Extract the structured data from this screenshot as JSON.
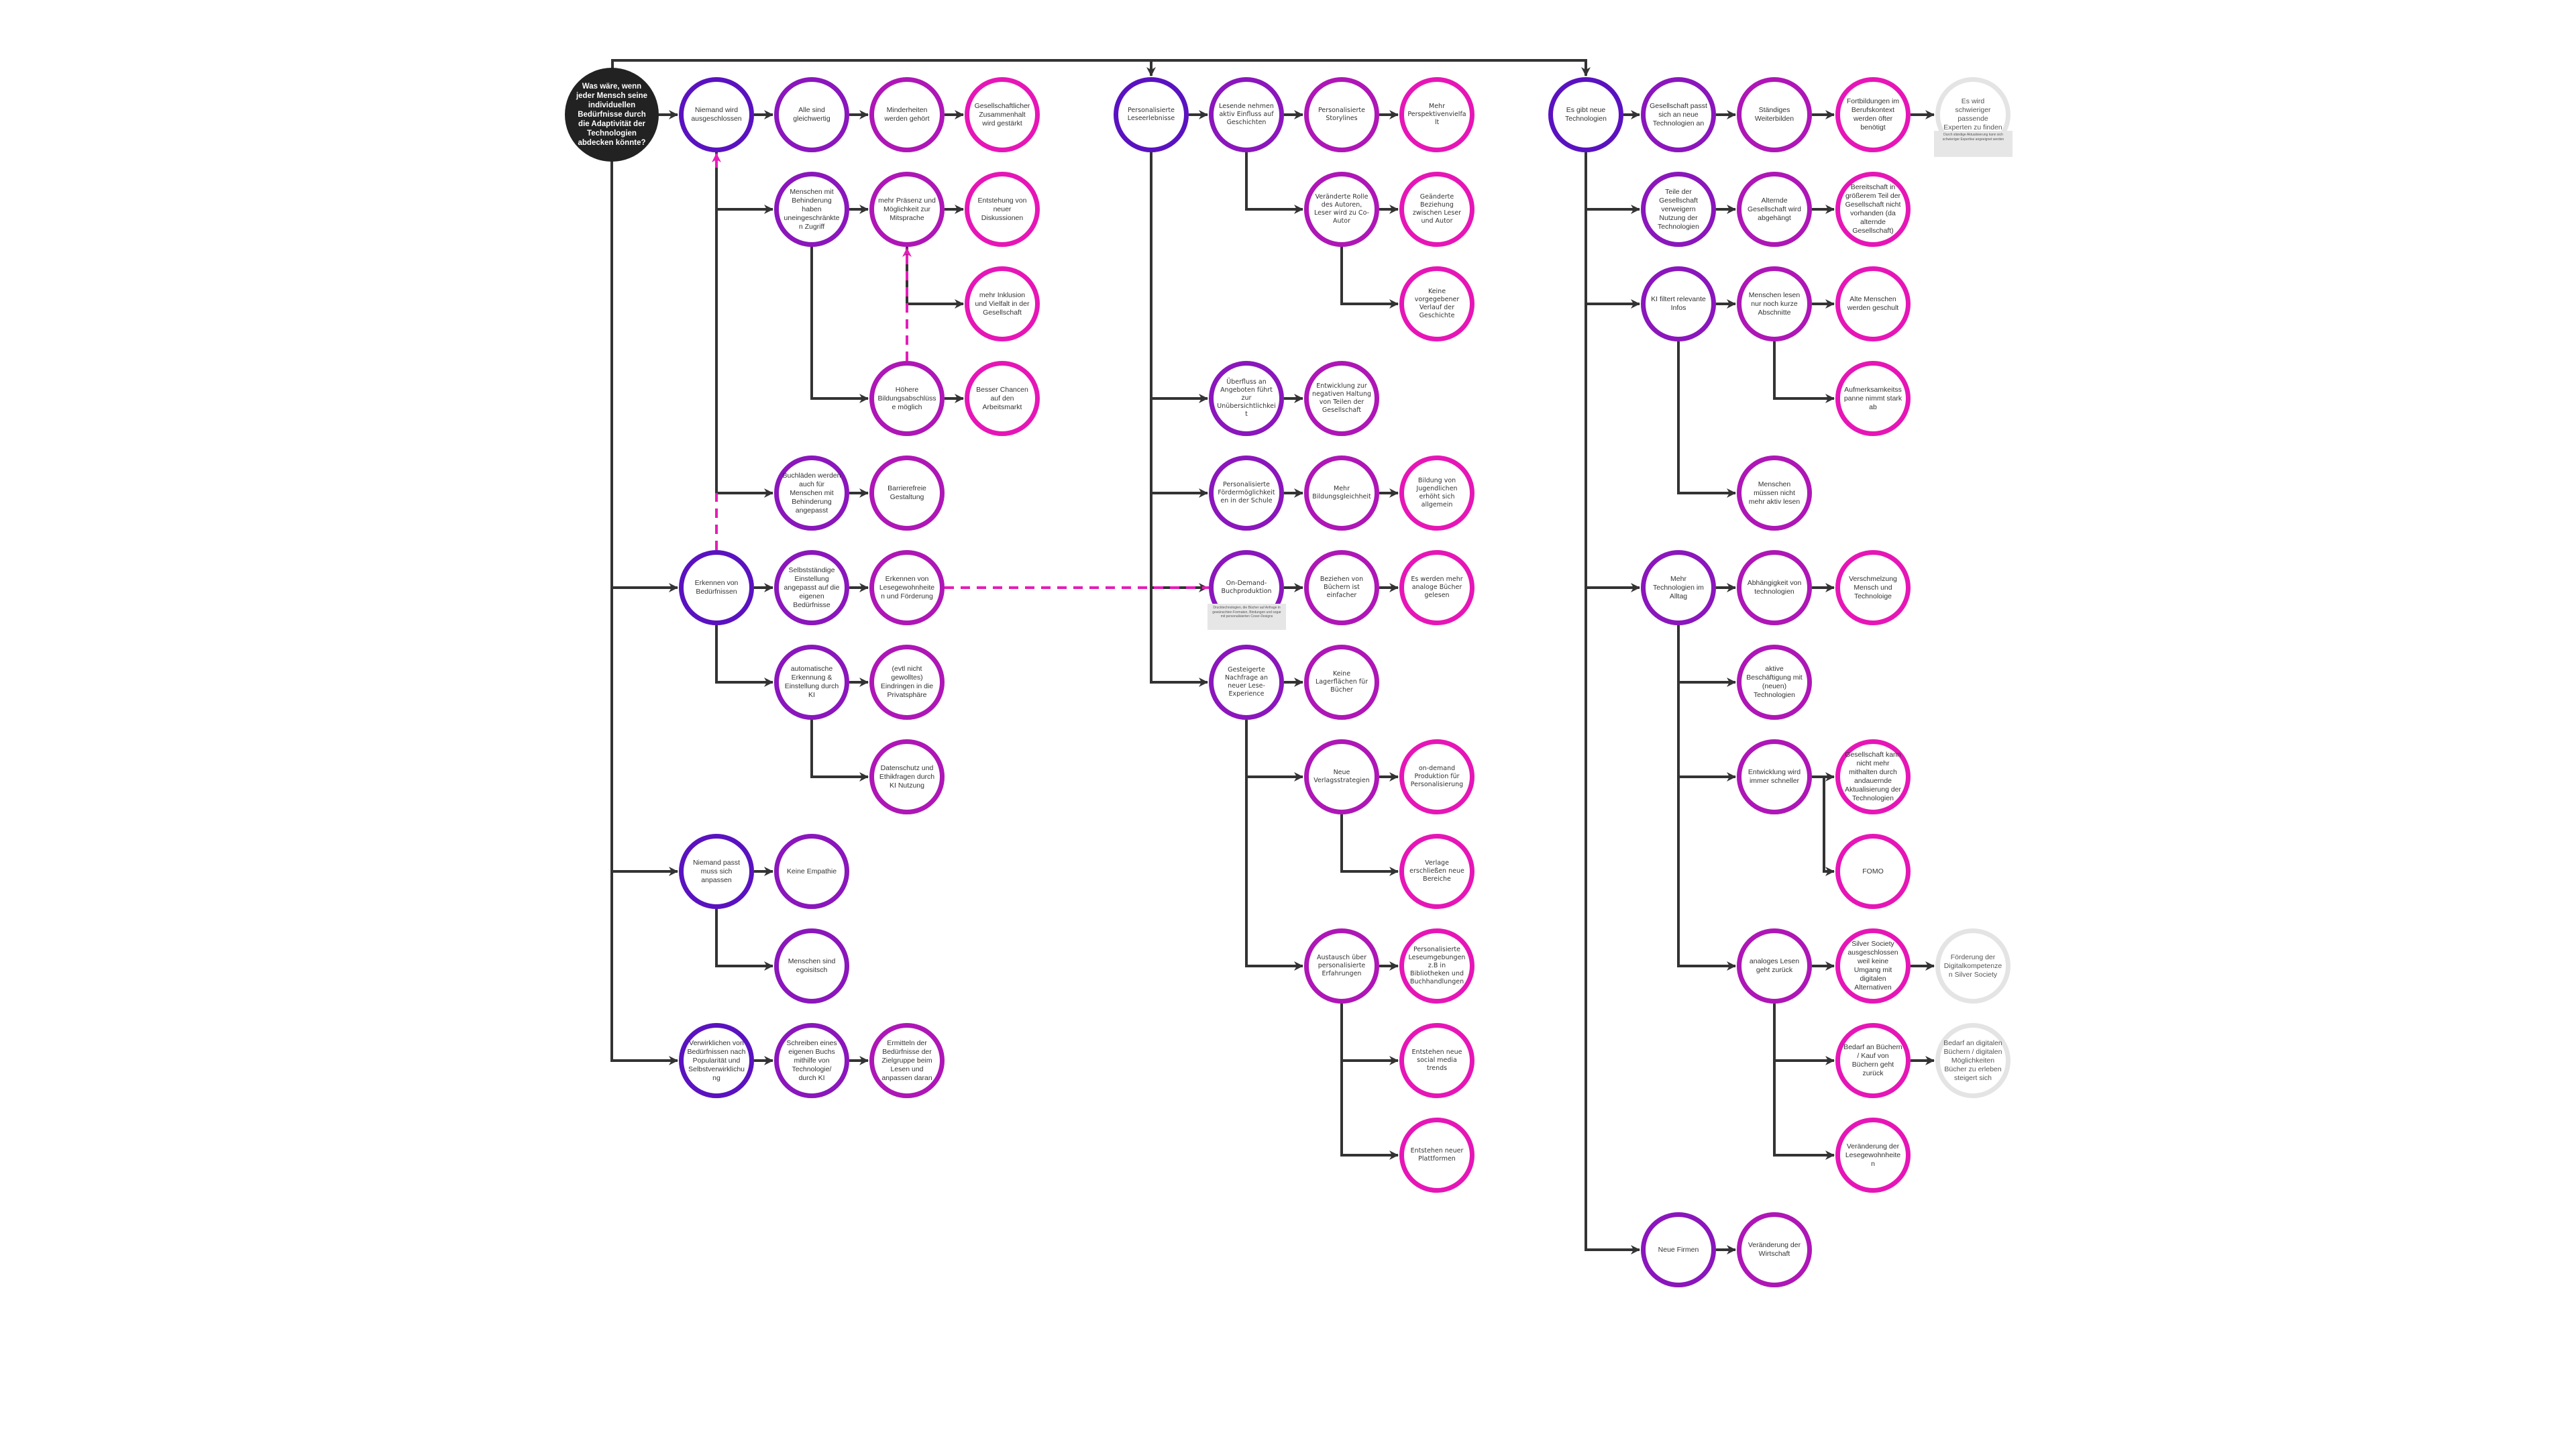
{
  "colors": {
    "root": "#222222",
    "depth1": "#5a12c0",
    "depth2": "#8a16bc",
    "depth3": "#ae16b6",
    "depth4": "#e616b6",
    "grey": "#e4e4e4",
    "connector": "#333333",
    "link": "#e61cb8"
  },
  "nodes": {
    "root": {
      "text": "Was wäre, wenn jeder Mensch seine individuellen Bedürfnisse durch die Adaptivität der Technologien abdecken könnte?"
    },
    "l_niemand": {
      "text": "Niemand wird ausgeschlossen"
    },
    "l_alle": {
      "text": "Alle sind gleichwertig"
    },
    "l_minder": {
      "text": "Minderheiten werden gehört"
    },
    "l_zusammen": {
      "text": "Gesellschaftlicher Zusammenhalt wird gestärkt"
    },
    "l_behind": {
      "text": "Menschen mit Behinderung haben uneingeschränkten Zugriff"
    },
    "l_praesenz": {
      "text": "mehr Präsenz und Möglichkeit zur Mitsprache"
    },
    "l_diskussion": {
      "text": "Entstehung von neuer Diskussionen"
    },
    "l_inklusion": {
      "text": "mehr Inklusion und Vielfalt in der Gesellschaft"
    },
    "l_bildung": {
      "text": "Höhere Bildungsabschlüsse möglich"
    },
    "l_chancen": {
      "text": "Besser Chancen auf den Arbeitsmarkt"
    },
    "l_buchladen": {
      "text": "Buchläden werden auch für Menschen mit Behinderung angepasst"
    },
    "l_barriere": {
      "text": "Barrierefreie Gestaltung"
    },
    "l_erkennen": {
      "text": "Erkennen von Bedürfnissen"
    },
    "l_selbst": {
      "text": "Selbstständige Einstellung angepasst auf die eigenen Bedürfnisse"
    },
    "l_lesegew": {
      "text": "Erkennen von Lesegewohnheiten und Förderung"
    },
    "l_auto": {
      "text": "automatische Erkennung & Einstellung durch KI"
    },
    "l_privat": {
      "text": "(evtl nicht gewolltes) Eindringen in die Privatsphäre"
    },
    "l_daten": {
      "text": "Datenschutz und Ethikfragen durch KI Nutzung"
    },
    "l_passt": {
      "text": "Niemand passt muss sich anpassen"
    },
    "l_empathie": {
      "text": "Keine Empathie"
    },
    "l_ego": {
      "text": "Menschen sind egoisitsch"
    },
    "l_verwirk": {
      "text": "Verwirklichen von Bedürfnissen nach Popularität und Selbstverwirklichung"
    },
    "l_schreiben": {
      "text": "Schreiben eines eigenen Buchs mithilfe von Technologie/ durch KI"
    },
    "l_ermitteln": {
      "text": "Ermitteln der Bedürfnisse der Zielgruppe beim Lesen und anpassen daran"
    },
    "m_pers": {
      "text": "Personalisierte Leseerlebnisse"
    },
    "m_lesende": {
      "text": "Lesende nehmen aktiv Einfluss auf Geschichten"
    },
    "m_story": {
      "text": "Personalisierte Storylines"
    },
    "m_persp": {
      "text": "Mehr Perspektivenvielfalt"
    },
    "m_rolle": {
      "text": "Veränderte Rolle des Autoren, Leser wird zu Co-Autor"
    },
    "m_bezieh": {
      "text": "Geänderte Beziehung zwischen Leser und Autor"
    },
    "m_verlauf": {
      "text": "Keine vorgegebener Verlauf der Geschichte"
    },
    "m_ueberfluss": {
      "text": "Überfluss an Angeboten führt zur Unübersichtlichkeit"
    },
    "m_negativ": {
      "text": "Entwicklung zur negativen Haltung von Teilen der Gesellschaft"
    },
    "m_foerder": {
      "text": "Personalisierte Fördermöglichkeiten in der Schule"
    },
    "m_gleich": {
      "text": "Mehr Bildungsgleichheit"
    },
    "m_jugend": {
      "text": "Bildung von Jugendlichen erhöht sich allgemein"
    },
    "m_ondemand": {
      "text": "On-Demand-Buchproduktion",
      "note": "Drucktechnologien, die Bücher auf Anfrage in gewünschten Formaten, Bindungen und sogar mit personalisierten Cover-Designs"
    },
    "m_beziehen": {
      "text": "Beziehen von Büchern ist einfacher"
    },
    "m_analog": {
      "text": "Es werden mehr analoge Bücher gelesen"
    },
    "m_gesteigert": {
      "text": "Gesteigerte Nachfrage an neuer Lese-Experience"
    },
    "m_lager": {
      "text": "Keine Lagerflächen für Bücher"
    },
    "m_verlags": {
      "text": "Neue Verlagsstrategien"
    },
    "m_odprod": {
      "text": "on-demand Produktion für Personalisierung"
    },
    "m_verlage": {
      "text": "Verlage erschließen neue Bereiche"
    },
    "m_austausch": {
      "text": "Austausch über personalisierte Erfahrungen"
    },
    "m_umgeb": {
      "text": "Personalisierte Leseumgebungen z.B in Bibliotheken und Buchhandlungen"
    },
    "m_social": {
      "text": "Entstehen neue social media trends"
    },
    "m_plattform": {
      "text": "Entstehen neuer Plattformen"
    },
    "r_neu": {
      "text": "Es gibt neue Technologien"
    },
    "r_passt": {
      "text": "Gesellschaft passt sich an neue Technologien an"
    },
    "r_weiter": {
      "text": "Ständiges Weiterbilden"
    },
    "r_fortb": {
      "text": "Fortbildungen im Berufskontext werden öfter benötigt"
    },
    "r_experten": {
      "text": "Es wird schwieriger passende Experten zu finden",
      "note": "Durch ständige Aktualisierung kann sich schwieriger Expertise angeeignet werden"
    },
    "r_teile": {
      "text": "Teile der Gesellschaft verweigern Nutzung der Technologien"
    },
    "r_alternde": {
      "text": "Alternde Gesellschaft wird abgehängt"
    },
    "r_bereit": {
      "text": "Bereitschaft in größerem Teil der Gesellschaft nicht vorhanden (da alternde Gesellschaft)"
    },
    "r_ki": {
      "text": "KI filtert relevante Infos"
    },
    "r_kurz": {
      "text": "Menschen lesen nur noch kurze Abschnitte"
    },
    "r_alte": {
      "text": "Alte Menschen werden geschult"
    },
    "r_aufm": {
      "text": "Aufmerksamkeitsspanne nimmt stark ab"
    },
    "r_aktiv_lesen": {
      "text": "Menschen müssen nicht mehr aktiv lesen"
    },
    "r_alltag": {
      "text": "Mehr Technologien im Alltag"
    },
    "r_abh": {
      "text": "Abhängigkeit von technologien"
    },
    "r_versch": {
      "text": "Verschmelzung Mensch und Technoloige"
    },
    "r_aktive": {
      "text": "aktive Beschäftigung mit (neuen) Technologien"
    },
    "r_schneller": {
      "text": "Entwicklung wird immer schneller"
    },
    "r_mithalten": {
      "text": "Gesellschaft kann nicht mehr mithalten durch andauernde Aktualisierung der Technologien"
    },
    "r_fomo": {
      "text": "FOMO"
    },
    "r_analog": {
      "text": "analoges Lesen geht zurück"
    },
    "r_silver": {
      "text": "Silver Society ausgeschlossen weil keine Umgang mit digitalen Alternativen"
    },
    "r_foerd": {
      "text": "Förderung der Digitalkompetenzen Silver Society"
    },
    "r_bedarf": {
      "text": "Bedarf an Büchern / Kauf von Büchern geht zurück"
    },
    "r_digital": {
      "text": "Bedarf an digitalen Büchern / digitalen Möglichkeiten Bücher zu erleben steigert sich"
    },
    "r_lesegew": {
      "text": "Veränderung der Lesegewohnheiten"
    },
    "r_firmen": {
      "text": "Neue Firmen"
    },
    "r_wirtschaft": {
      "text": "Veränderung der Wirtschaft"
    }
  }
}
